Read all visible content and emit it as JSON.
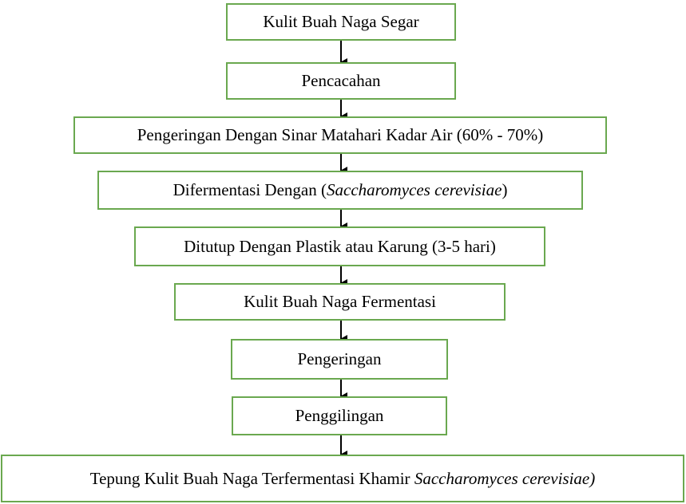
{
  "steps": [
    {
      "text": "Kulit Buah Naga Segar"
    },
    {
      "text": "Pencacahan"
    },
    {
      "text": "Pengeringan Dengan Sinar Matahari Kadar Air (60% - 70%)"
    },
    {
      "pre": "Difermentasi Dengan (",
      "italic": "Saccharomyces cerevisiae",
      "post": ")"
    },
    {
      "text": "Ditutup Dengan Plastik atau Karung (3-5 hari)"
    },
    {
      "text": "Kulit Buah Naga Fermentasi"
    },
    {
      "text": "Pengeringan"
    },
    {
      "text": "Penggilingan"
    },
    {
      "pre": "Tepung Kulit Buah Naga Terfermentasi Khamir ",
      "italic": "Saccharomyces cerevisiae)",
      "post": ""
    }
  ],
  "colors": {
    "box_border": "#6aa84f",
    "arrow": "#000000"
  }
}
